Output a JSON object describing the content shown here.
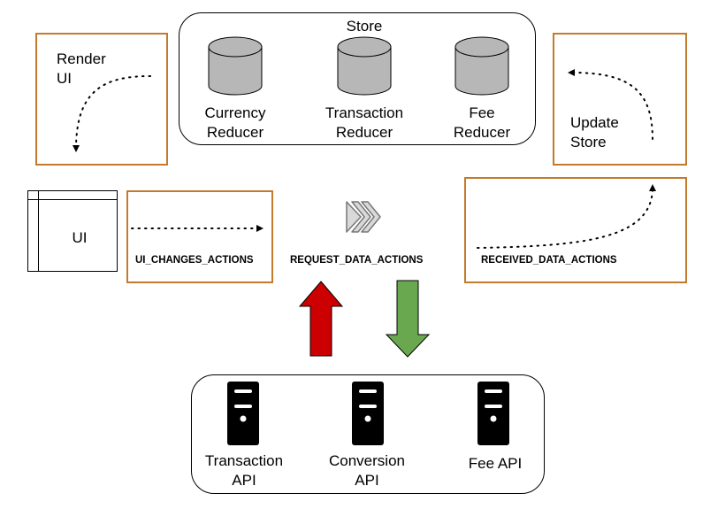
{
  "store": {
    "title": "Store",
    "reducers": [
      {
        "line1": "Currency",
        "line2": "Reducer",
        "icon": "database-icon"
      },
      {
        "line1": "Transaction",
        "line2": "Reducer",
        "icon": "database-icon"
      },
      {
        "line1": "Fee",
        "line2": "Reducer",
        "icon": "database-icon"
      }
    ],
    "cylinder_color": "#b7b7b7"
  },
  "render_ui": {
    "line1": "Render",
    "line2": "UI"
  },
  "update_store": {
    "line1": "Update",
    "line2": "Store"
  },
  "ui_window": {
    "label": "UI"
  },
  "actions": {
    "ui_changes": "UI_CHANGES_ACTIONS",
    "request_data": "REQUEST_DATA_ACTIONS",
    "received_data": "RECEIVED_DATA_ACTIONS"
  },
  "apis": {
    "items": [
      {
        "line1": "Transaction",
        "line2": "API",
        "icon": "server-icon"
      },
      {
        "line1": "Conversion",
        "line2": "API",
        "icon": "server-icon"
      },
      {
        "line1": "Fee API",
        "line2": "",
        "icon": "server-icon"
      }
    ]
  },
  "colors": {
    "box_border": "#c47a2c",
    "up_arrow": "#cc0000",
    "down_arrow": "#6aa84f",
    "chevrons": "#d9d9d9"
  }
}
